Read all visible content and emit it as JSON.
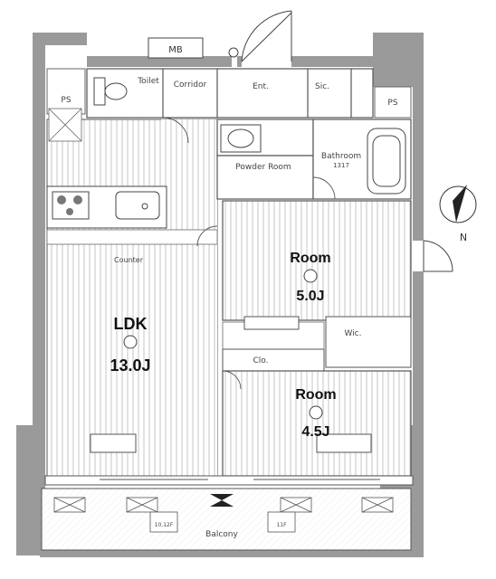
{
  "rooms": {
    "ldk": {
      "name": "LDK",
      "size": "13.0J"
    },
    "room1": {
      "name": "Room",
      "size": "5.0J"
    },
    "room2": {
      "name": "Room",
      "size": "4.5J"
    }
  },
  "labels": {
    "mb": "MB",
    "toilet": "Toilet",
    "corridor": "Corridor",
    "ent": "Ent.",
    "sic": "Sic.",
    "ps_left": "PS",
    "ps_right": "PS",
    "powder_room": "Powder Room",
    "bathroom": "Bathroom",
    "bathroom_code": "1317",
    "counter": "Counter",
    "wic": "Wic.",
    "clo": "Clo.",
    "balcony": "Balcony",
    "stand_left": "10,12F",
    "stand_right": "11F"
  },
  "compass": {
    "north_label": "N"
  },
  "colors": {
    "wall": "#9a9a9a",
    "line": "#444444",
    "floor_stripe": "#c4c4c4"
  }
}
